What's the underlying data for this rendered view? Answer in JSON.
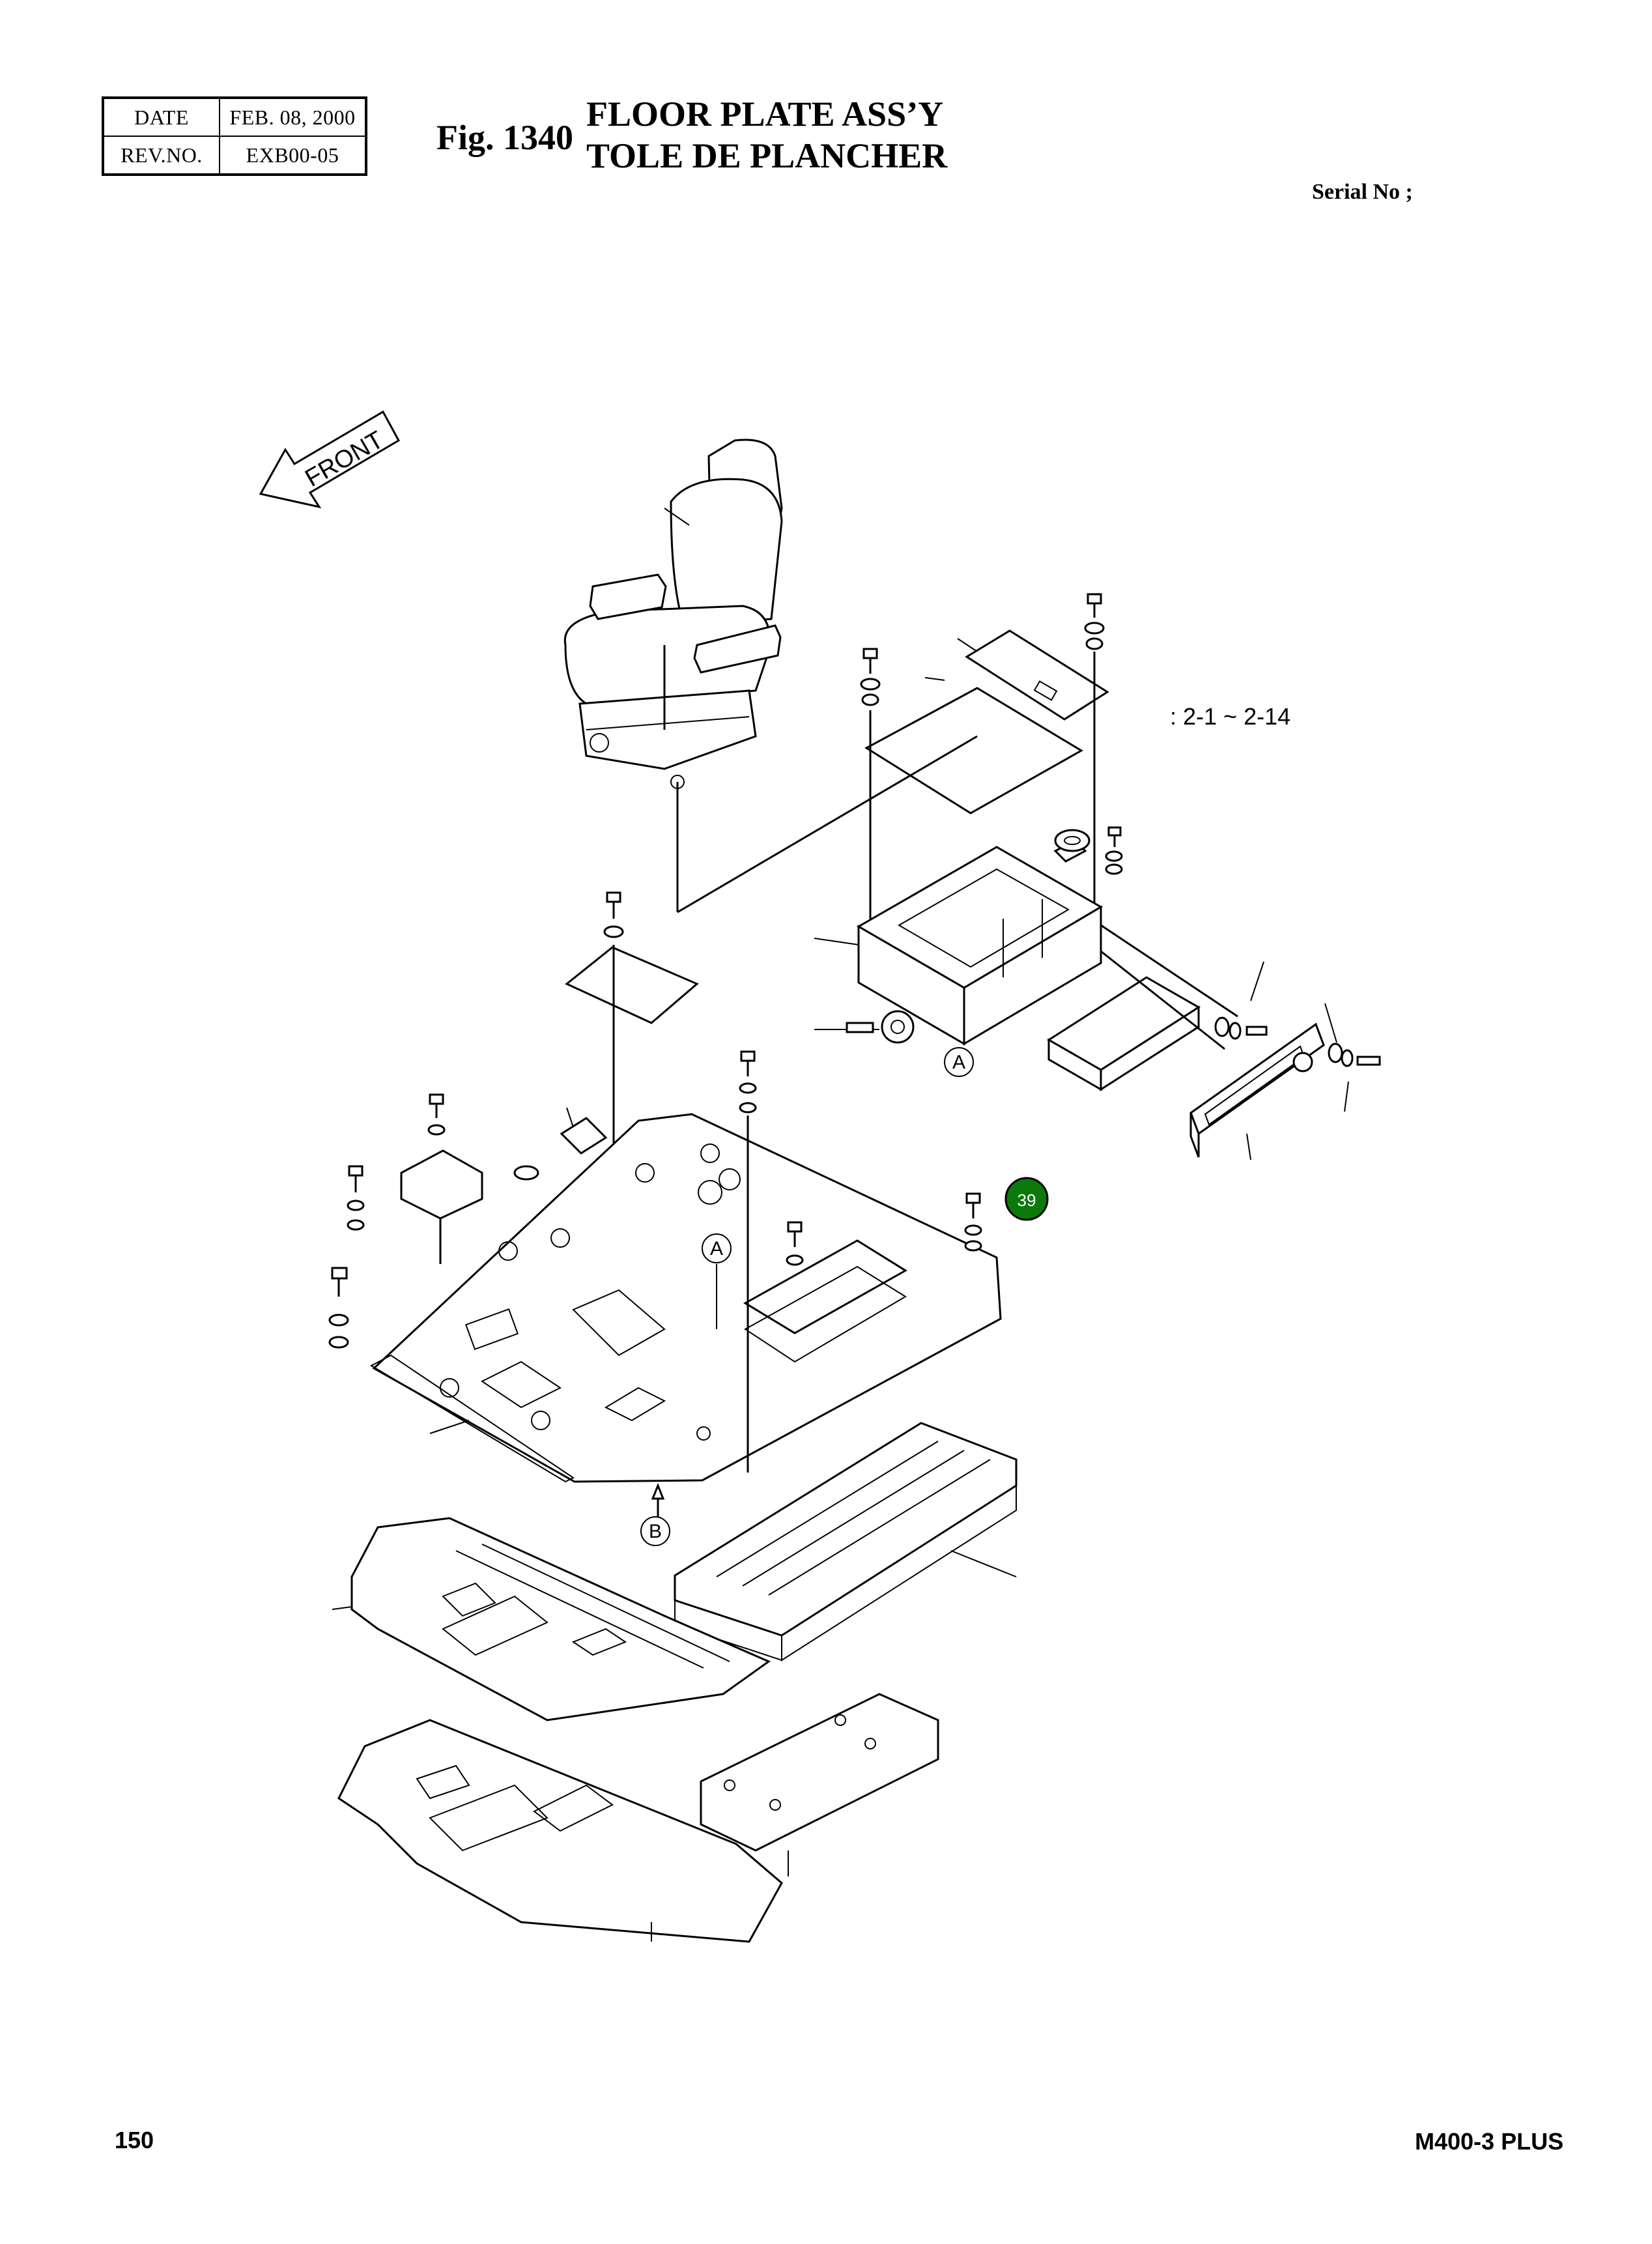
{
  "header": {
    "date_label": "DATE",
    "date_value": "FEB. 08, 2000",
    "rev_label": "REV.NO.",
    "rev_value": "EXB00-05",
    "fig_number": "Fig. 1340",
    "title_en": "FLOOR PLATE ASS’Y",
    "title_fr": "TOLE DE PLANCHER",
    "serial_label": "Serial No ;"
  },
  "drawing": {
    "front_label": "FRONT",
    "range_note": ": 2-1 ~ 2-14",
    "ref_a": "A",
    "ref_b": "B",
    "callout_39": "39",
    "callout_color": "#0b7a0b"
  },
  "footer": {
    "page_number": "150",
    "model": "M400-3 PLUS"
  }
}
